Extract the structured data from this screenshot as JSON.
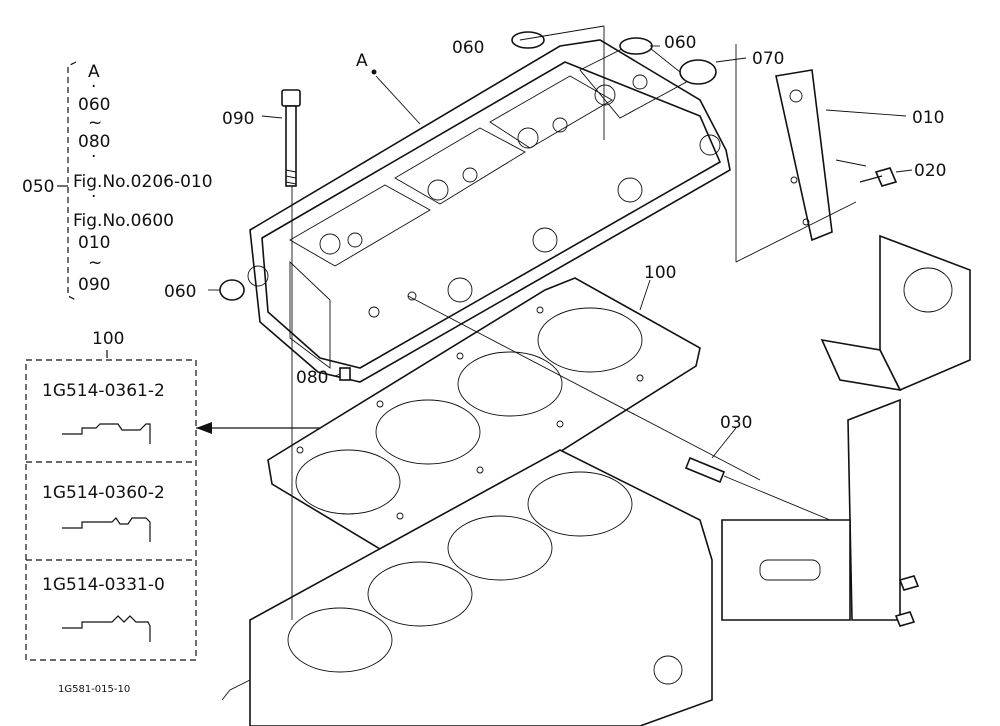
{
  "callouts": {
    "c060a": "060",
    "c060b": "060",
    "c060c": "060",
    "c070": "070",
    "c010": "010",
    "c020": "020",
    "c090": "090",
    "c080": "080",
    "c100": "100",
    "c030": "030",
    "cA": "A"
  },
  "group050": {
    "label": "050",
    "lines": [
      "A",
      "·",
      "060",
      "~",
      "080",
      "·",
      "Fig.No.0206-010",
      "·",
      "Fig.No.0600",
      "010",
      "~",
      "090"
    ]
  },
  "gasket_box": {
    "label": "100",
    "variants": [
      "1G514-0361-2",
      "1G514-0360-2",
      "1G514-0331-0"
    ]
  },
  "figure_id": "1G581-015-10"
}
